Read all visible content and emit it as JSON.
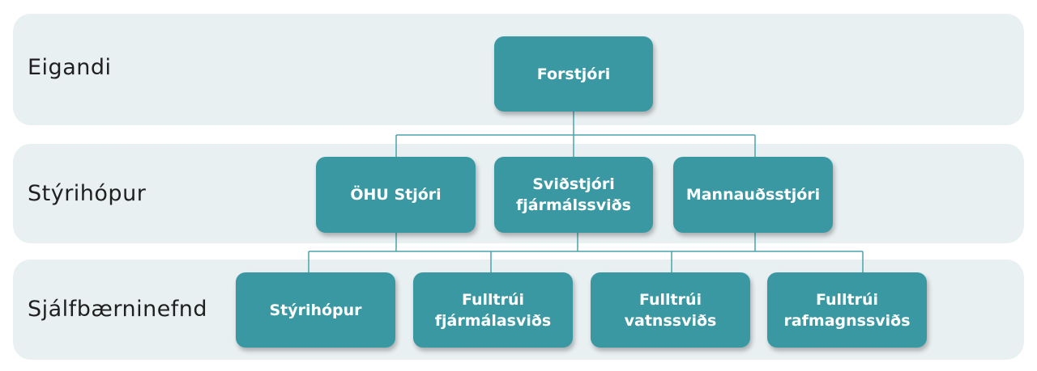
{
  "levels": [
    {
      "label": "Eigandi"
    },
    {
      "label": "Stýrihópur"
    },
    {
      "label": "Sjálfbærninefnd"
    }
  ],
  "nodes": {
    "forstjori": {
      "label": "Forstjóri"
    },
    "ohu_stjori": {
      "label": "ÖHU Stjóri"
    },
    "svidstjori": {
      "label": "Sviðstjóri\nfjármálssviðs"
    },
    "mannaudsstjori": {
      "label": "Mannauðsstjóri"
    },
    "styrihopur": {
      "label": "Stýrihópur"
    },
    "fulltrui_fjarmala": {
      "label": "Fulltrúi\nfjármálasviðs"
    },
    "fulltrui_vatns": {
      "label": "Fulltrúi\nvatnssviðs"
    },
    "fulltrui_rafmagns": {
      "label": "Fulltrúi\nrafmagnssviðs"
    }
  },
  "colors": {
    "band": "#e9f0f2",
    "node": "#3a98a3",
    "connector": "#4ba2ad",
    "node_text": "#ffffff"
  }
}
